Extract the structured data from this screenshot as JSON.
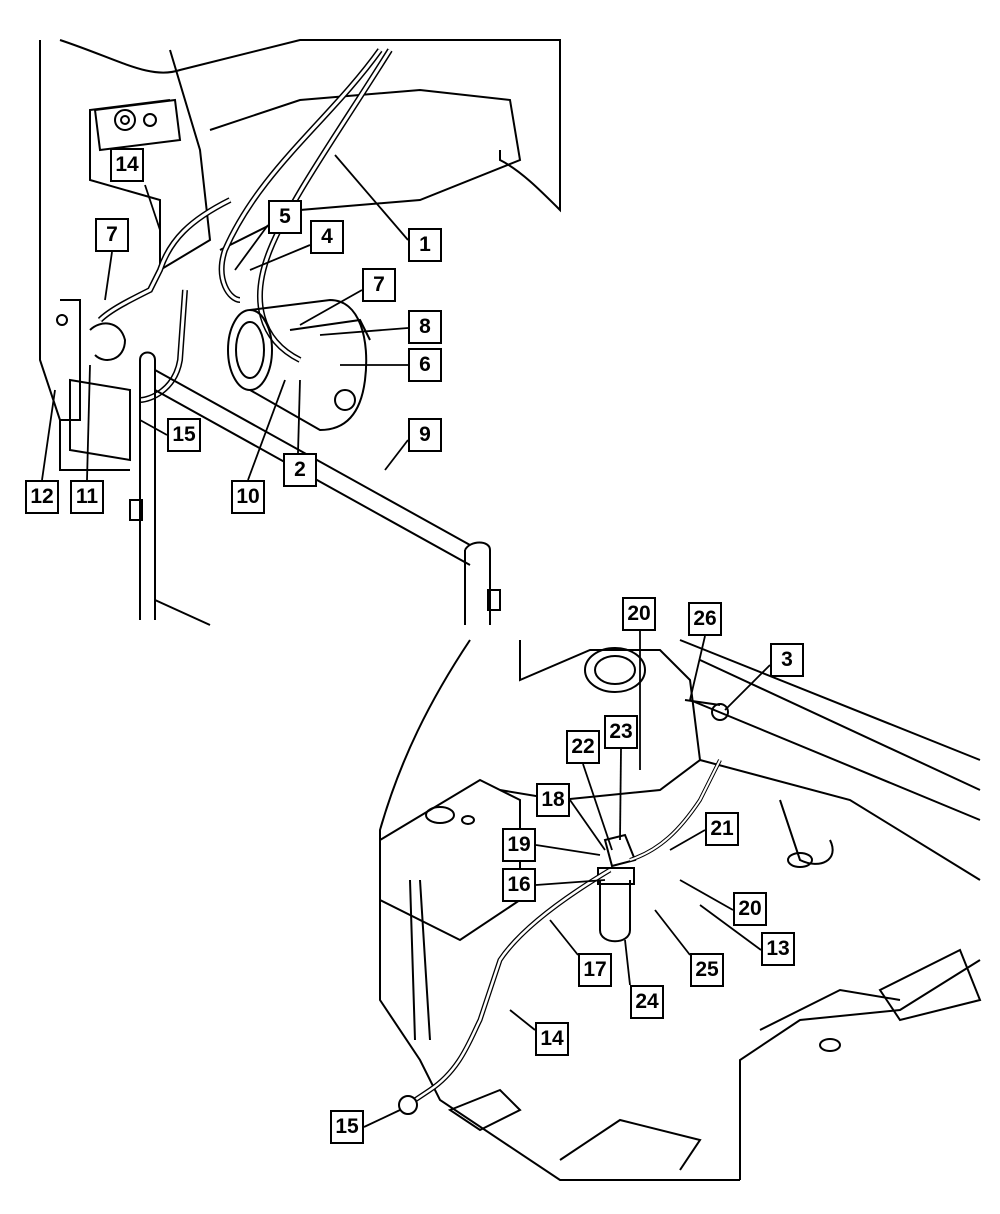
{
  "diagram": {
    "line_color": "#000000",
    "background": "#ffffff",
    "upper_view": {
      "callouts": [
        "14",
        "7",
        "5",
        "4",
        "1",
        "7",
        "8",
        "6",
        "15",
        "9",
        "2",
        "10",
        "12",
        "11"
      ]
    },
    "lower_view": {
      "callouts": [
        "20",
        "26",
        "3",
        "23",
        "22",
        "18",
        "21",
        "19",
        "16",
        "20",
        "13",
        "17",
        "25",
        "24",
        "14",
        "15"
      ]
    }
  }
}
